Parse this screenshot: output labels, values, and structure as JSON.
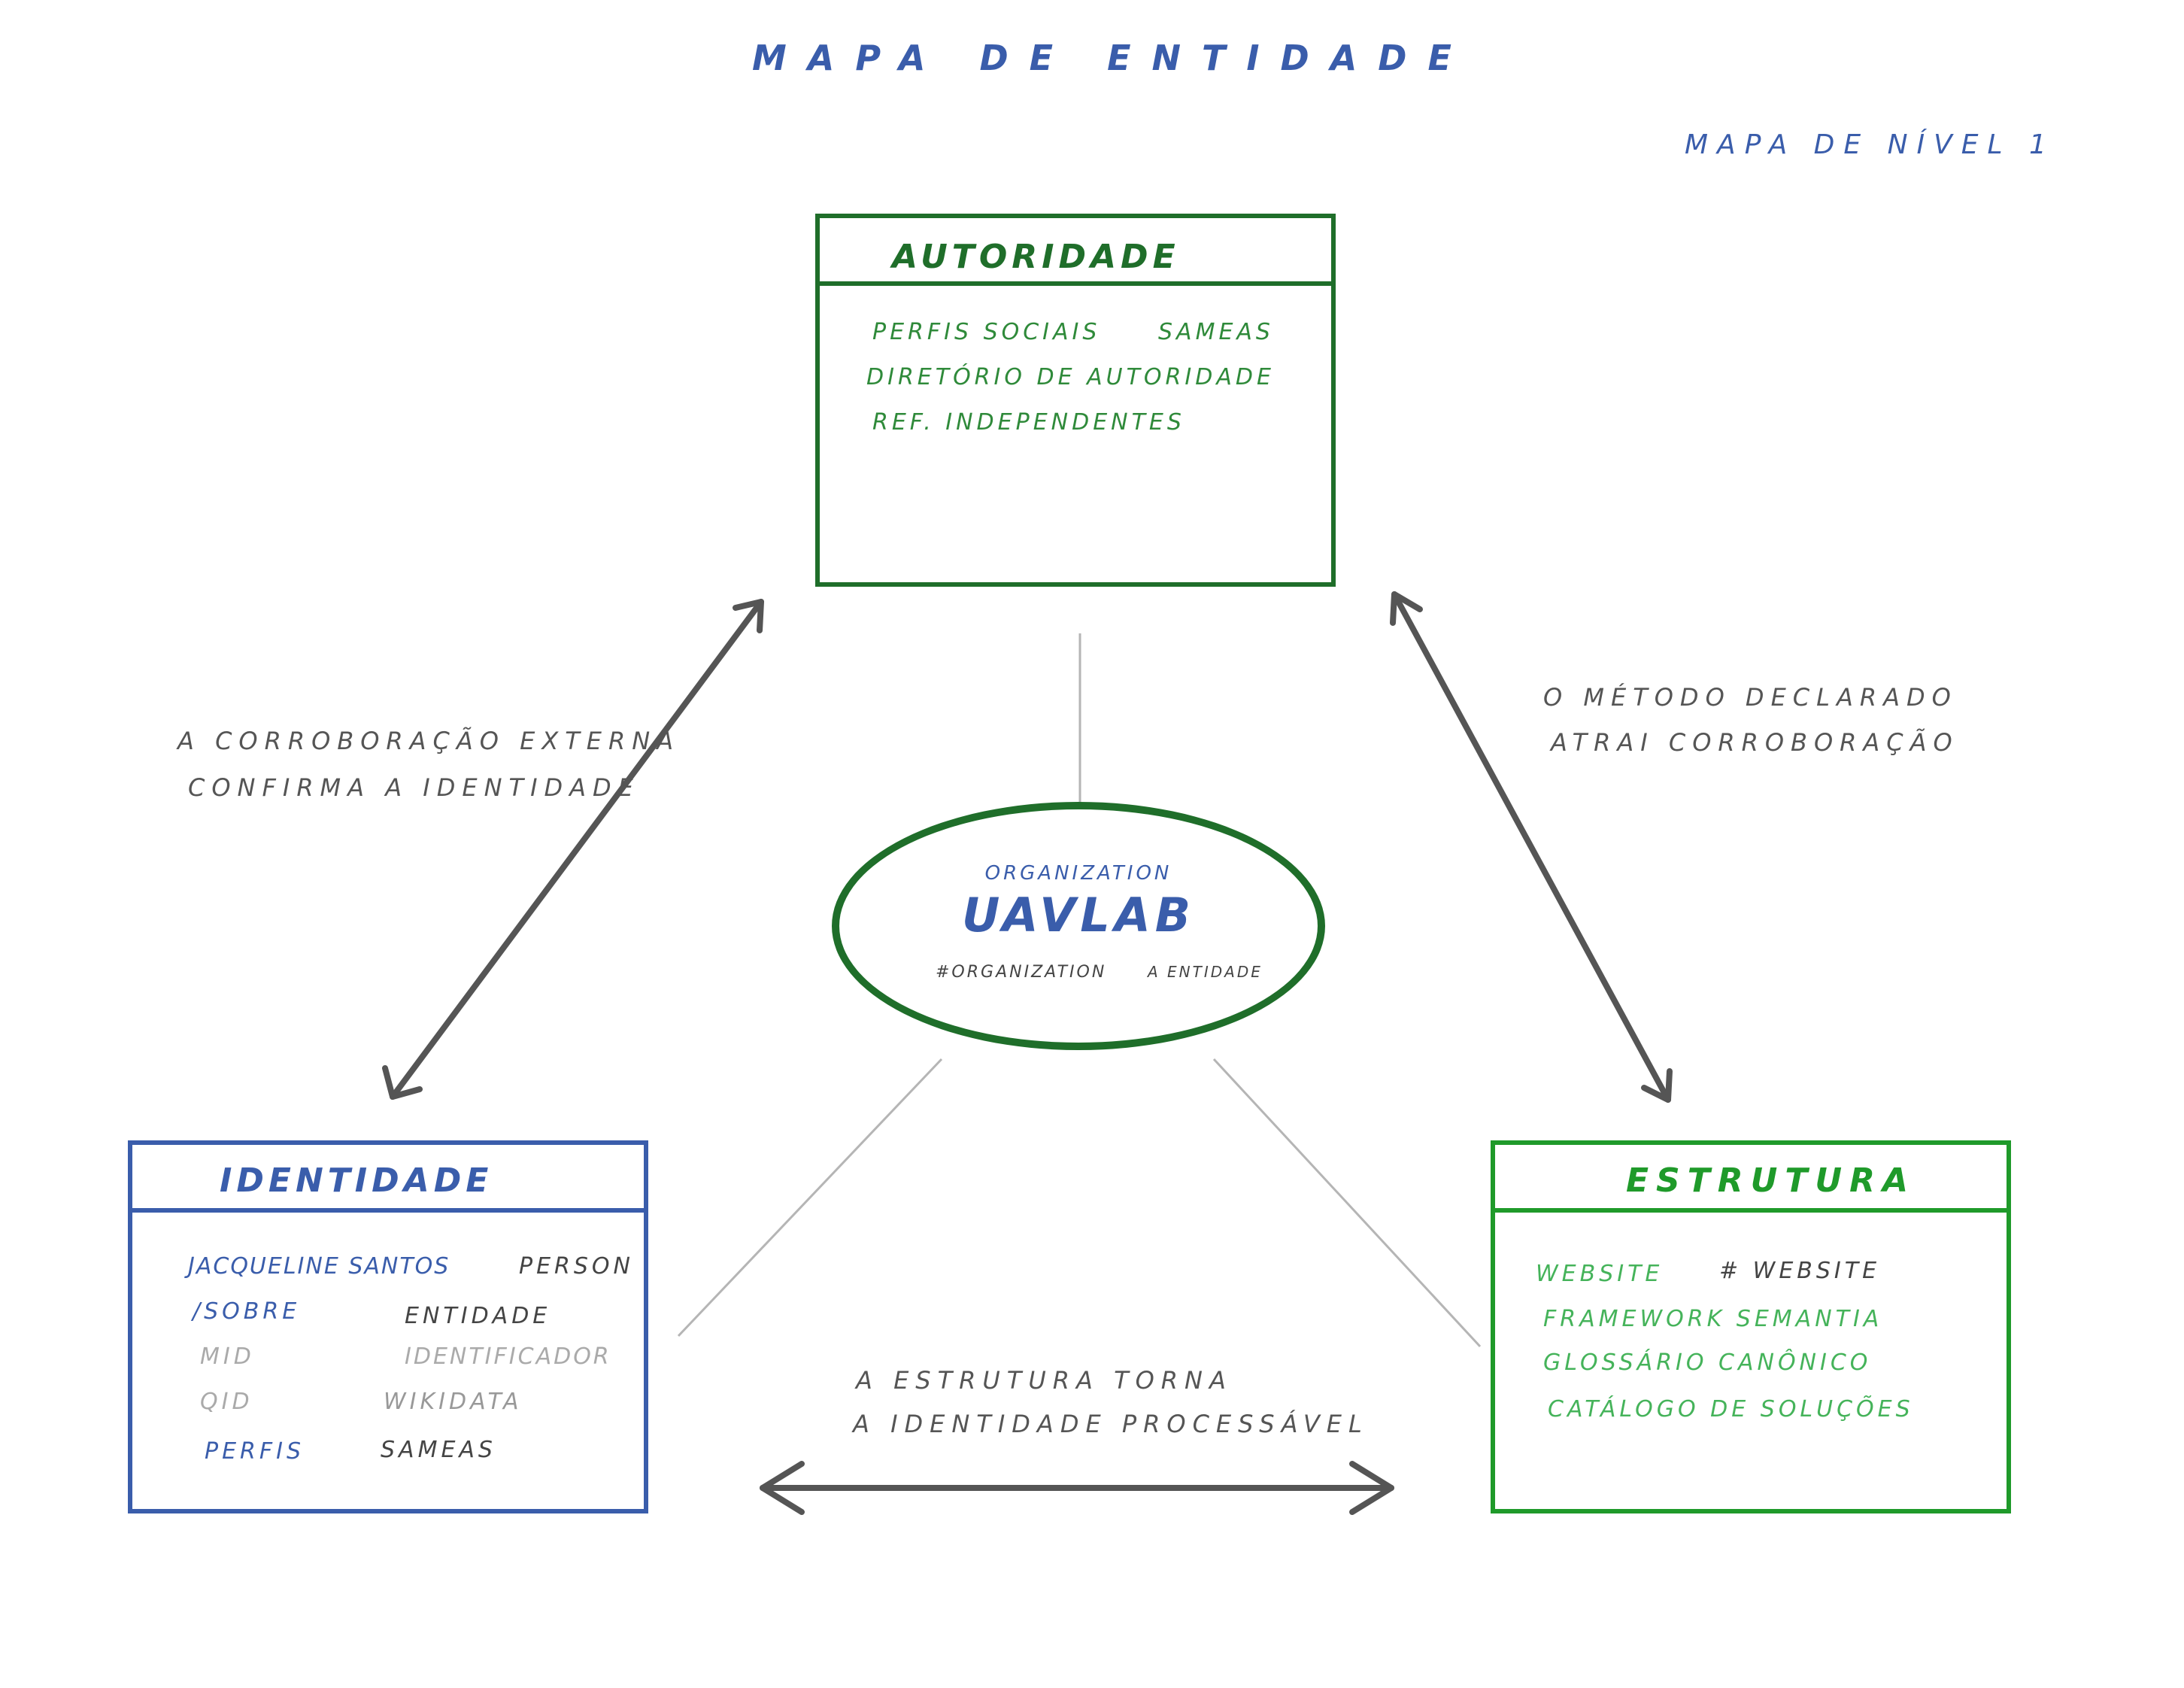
{
  "title": "MAPA DE ENTIDADE",
  "subtitle": "MAPA DE NÍVEL 1",
  "entity": {
    "kind": "ORGANIZATION",
    "name": "UAVLAB",
    "tag1": "#ORGANIZATION",
    "tag2": "A ENTIDADE"
  },
  "autoridade": {
    "title": "AUTORIDADE",
    "rows": [
      {
        "left": "PERFIS SOCIAIS",
        "right": "SAMEAS"
      },
      {
        "left": "DIRETÓRIO DE AUTORIDADE",
        "right": ""
      },
      {
        "left": "REF. INDEPENDENTES",
        "right": ""
      }
    ]
  },
  "identidade": {
    "title": "IDENTIDADE",
    "rows": [
      {
        "left": "JACQUELINE SANTOS",
        "right": "PERSON"
      },
      {
        "left": "/SOBRE",
        "right": "ENTIDADE"
      },
      {
        "left": "MID",
        "right": "IDENTIFICADOR"
      },
      {
        "left": "QID",
        "right": "WIKIDATA"
      },
      {
        "left": "PERFIS",
        "right": "SAMEAS"
      }
    ]
  },
  "estrutura": {
    "title": "ESTRUTURA",
    "rows": [
      {
        "left": "WEBSITE",
        "right": "# WEBSITE"
      },
      {
        "left": "FRAMEWORK SEMANTIA",
        "right": ""
      },
      {
        "left": "GLOSSÁRIO CANÔNICO",
        "right": ""
      },
      {
        "left": "CATÁLOGO DE SOLUÇÕES",
        "right": ""
      }
    ]
  },
  "notes": {
    "left_line1": "A CORROBORAÇÃO EXTERNA",
    "left_line2": "CONFIRMA A IDENTIDADE",
    "right_line1": "O MÉTODO DECLARADO",
    "right_line2": "ATRAI CORROBORAÇÃO",
    "bottom_line1": "A ESTRUTURA TORNA",
    "bottom_line2": "A IDENTIDADE PROCESSÁVEL"
  },
  "colors": {
    "blue": "#3a5dab",
    "dark_green": "#1f6e2a",
    "green": "#1f9a2a",
    "light_green": "#45b35a",
    "arrow_gray": "#555555",
    "connector_gray": "#b5b5b5"
  }
}
